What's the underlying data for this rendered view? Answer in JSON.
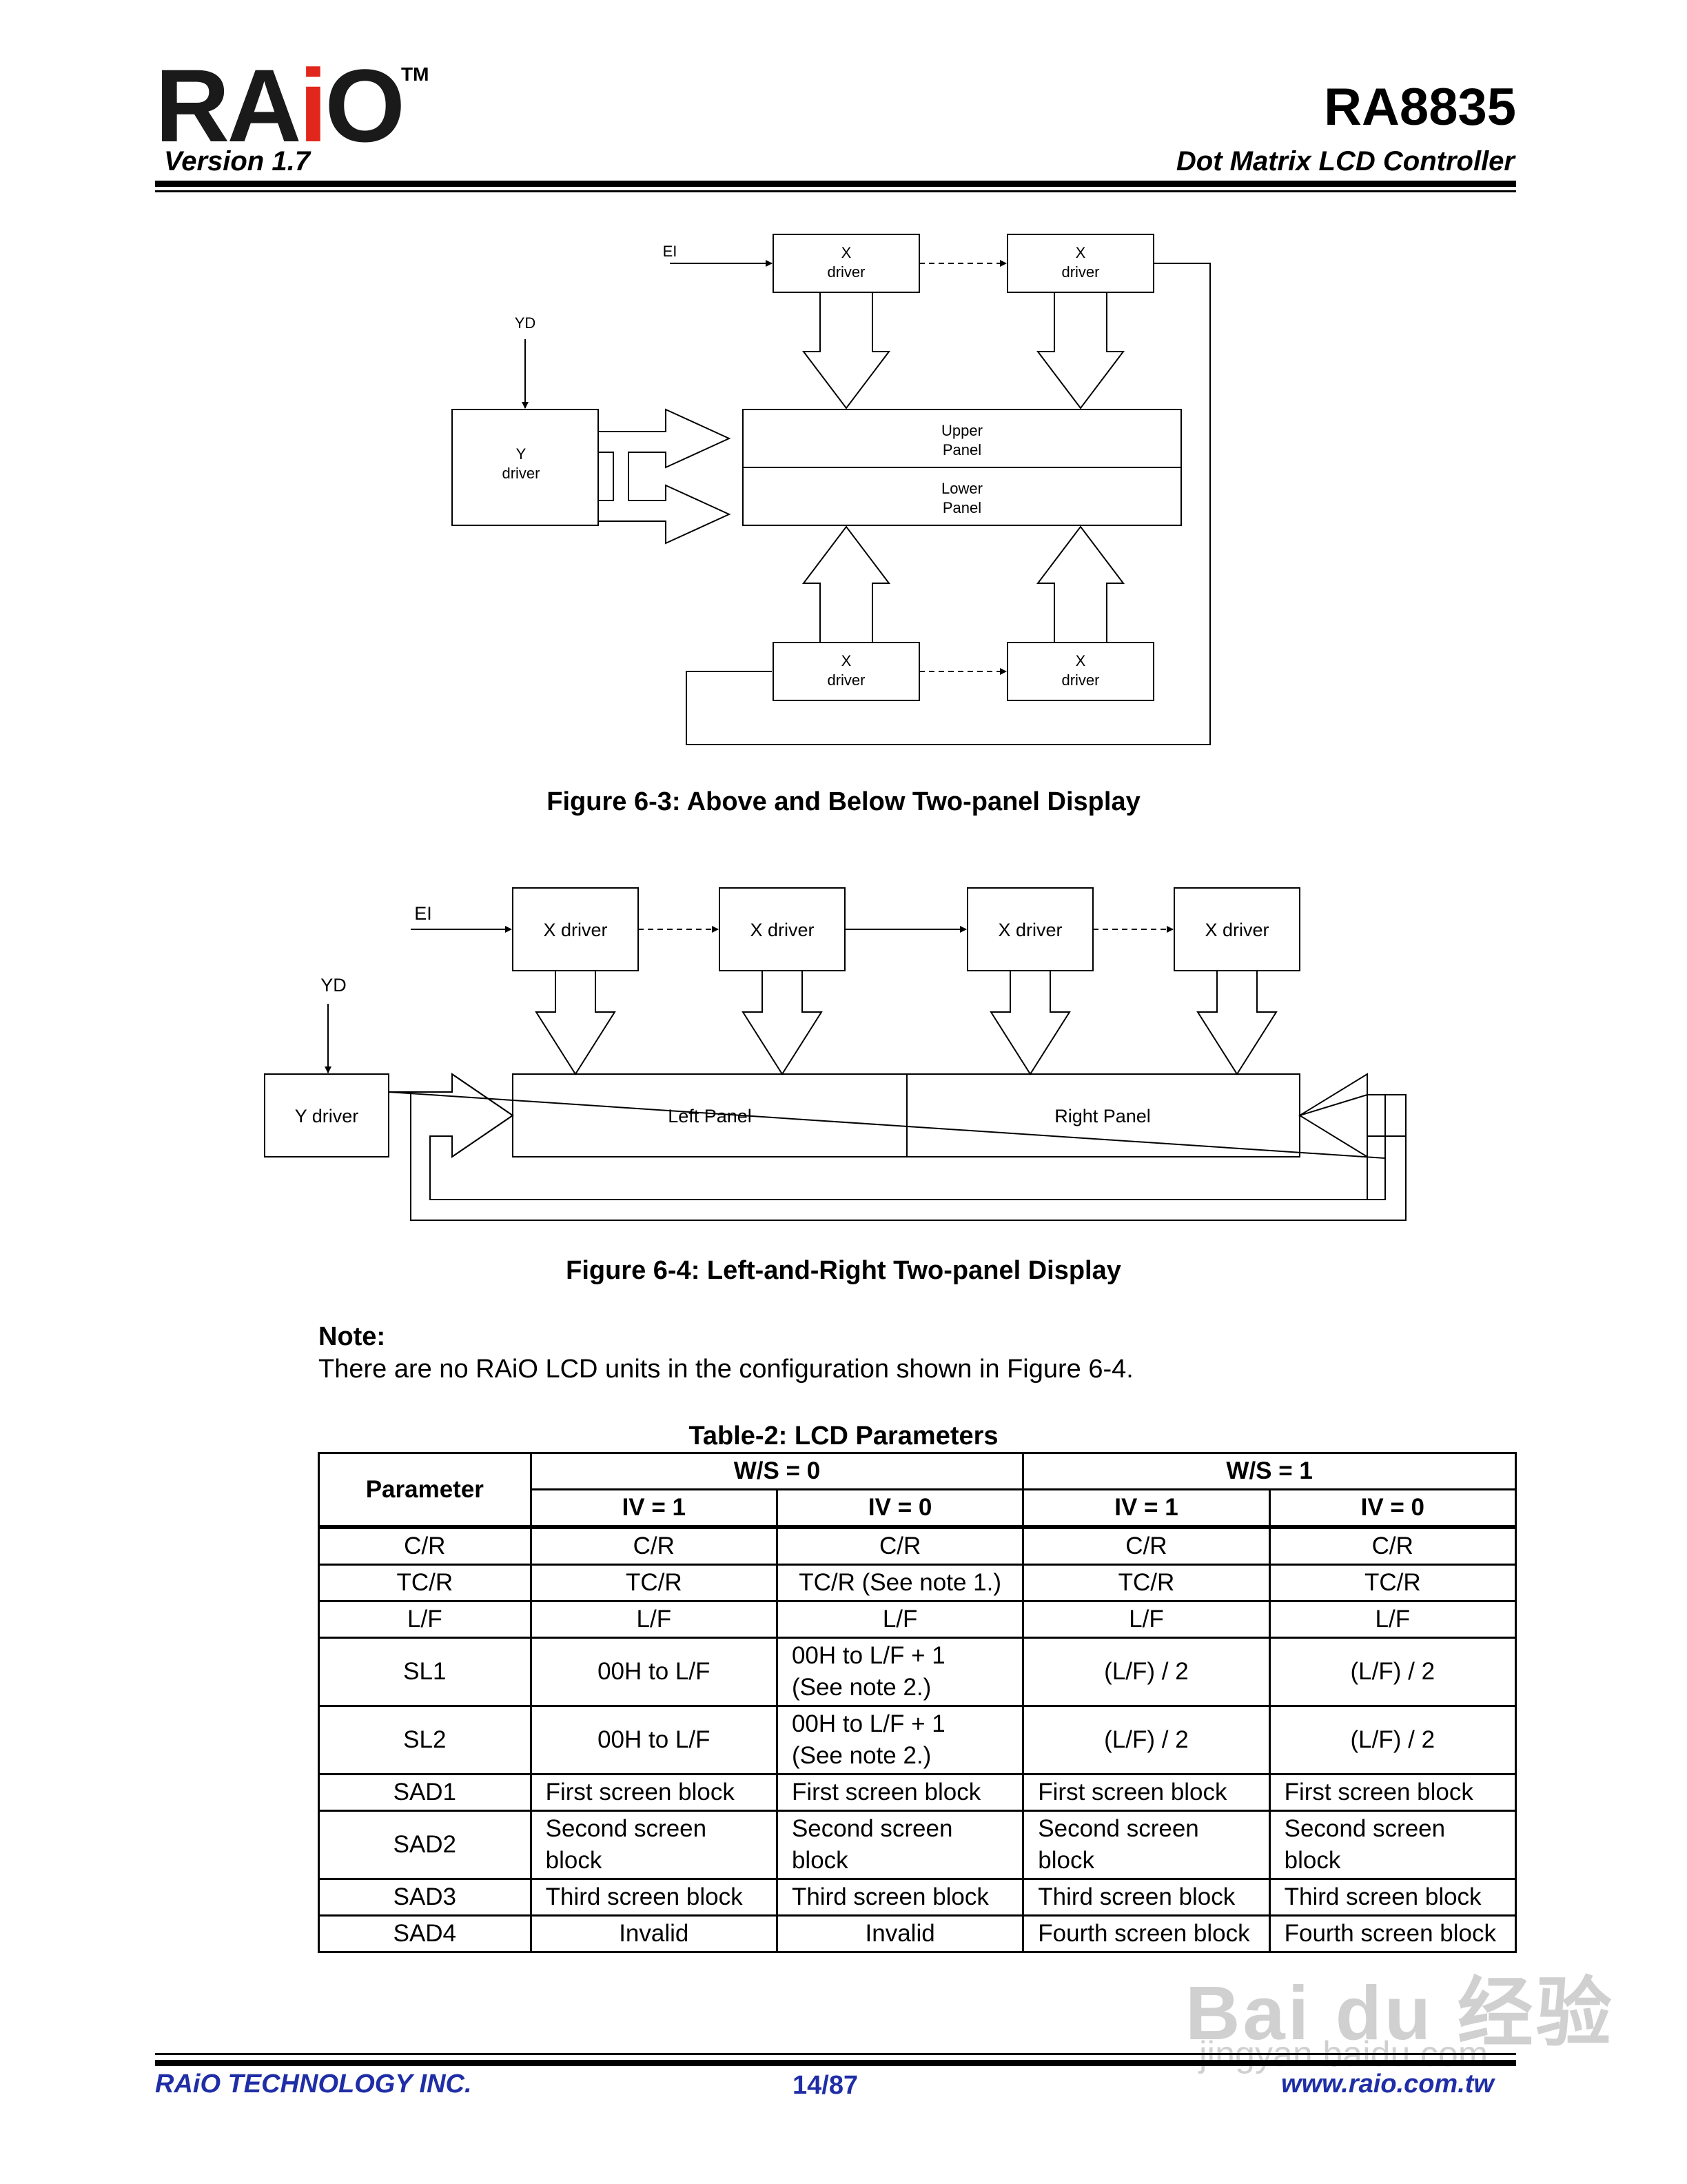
{
  "header": {
    "logo_text": "RAiO",
    "trademark": "TM",
    "version": "Version 1.7",
    "model": "RA8835",
    "subtitle": "Dot Matrix LCD Controller"
  },
  "figure3": {
    "ei": "EI",
    "yd": "YD",
    "x_label": "X",
    "driver_label": "driver",
    "y_label": "Y",
    "upper_1": "Upper",
    "upper_2": "Panel",
    "lower_1": "Lower",
    "lower_2": "Panel",
    "caption": "Figure 6-3: Above and Below Two-panel Display"
  },
  "figure4": {
    "ei": "EI",
    "yd": "YD",
    "x_driver": "X driver",
    "y_driver": "Y driver",
    "left_panel": "Left Panel",
    "right_panel": "Right Panel",
    "caption": "Figure 6-4: Left-and-Right Two-panel Display"
  },
  "note": {
    "heading": "Note:",
    "text": "There are no RAiO LCD units in the configuration shown in Figure 6-4."
  },
  "table": {
    "title": "Table-2: LCD Parameters",
    "h_param": "Parameter",
    "h_ws0": "W/S = 0",
    "h_ws1": "W/S = 1",
    "h_iv1": "IV = 1",
    "h_iv0": "IV = 0",
    "rows": [
      [
        "C/R",
        "C/R",
        "C/R",
        "C/R",
        "C/R"
      ],
      [
        "TC/R",
        "TC/R",
        "TC/R (See note 1.)",
        "TC/R",
        "TC/R"
      ],
      [
        "L/F",
        "L/F",
        "L/F",
        "L/F",
        "L/F"
      ],
      [
        "SL1",
        "00H to L/F",
        "00H to L/F + 1",
        "(See note 2.)",
        "(L/F) / 2",
        "(L/F) / 2"
      ],
      [
        "SL2",
        "00H to L/F",
        "00H to L/F + 1",
        "(See note 2.)",
        "(L/F) / 2",
        "(L/F) / 2"
      ],
      [
        "SAD1",
        "First screen block",
        "First screen block",
        "First screen block",
        "First screen block"
      ],
      [
        "SAD2",
        "Second screen",
        "block",
        "Second screen",
        "block",
        "Second screen",
        "block",
        "Second screen",
        "block"
      ],
      [
        "SAD3",
        "Third screen block",
        "Third screen block",
        "Third screen block",
        "Third screen block"
      ],
      [
        "SAD4",
        "Invalid",
        "Invalid",
        "Fourth screen block",
        "Fourth screen block"
      ]
    ]
  },
  "footer": {
    "company": "RAiO TECHNOLOGY INC.",
    "page": "14/87",
    "url": "www.raio.com.tw"
  },
  "watermark": {
    "brand": "Bai du 经验",
    "site": "jingyan.baidu.com"
  }
}
